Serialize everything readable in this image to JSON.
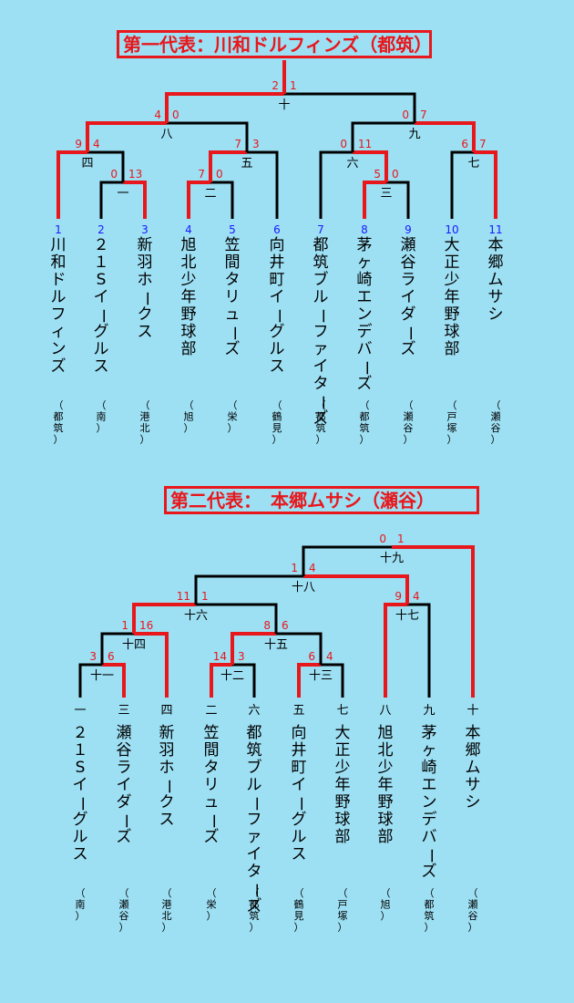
{
  "colors": {
    "background": "#9ddff3",
    "winner": "#e8171c",
    "line": "#000000",
    "seed": "#1a1aff"
  },
  "bracket1": {
    "title": "第一代表：川和ドルフィンズ（都筑）",
    "teams": [
      {
        "seed": "1",
        "name": "川和ドルフィンズ",
        "area": "（都筑）"
      },
      {
        "seed": "2",
        "name": "２１Sイーグルス",
        "area": "（南）"
      },
      {
        "seed": "3",
        "name": "新羽ホークス",
        "area": "（港北）"
      },
      {
        "seed": "4",
        "name": "旭北少年野球部",
        "area": "（旭）"
      },
      {
        "seed": "5",
        "name": "笠間タリューズ",
        "area": "（栄）"
      },
      {
        "seed": "6",
        "name": "向井町イーグルス",
        "area": "（鶴見）"
      },
      {
        "seed": "7",
        "name": "都筑ブルーファイターズ",
        "area": "（都筑）"
      },
      {
        "seed": "8",
        "name": "茅ヶ崎エンデバーズ",
        "area": "（都筑）"
      },
      {
        "seed": "9",
        "name": "瀬谷ライダーズ",
        "area": "（瀬谷）"
      },
      {
        "seed": "10",
        "name": "大正少年野球部",
        "area": "（戸塚）"
      },
      {
        "seed": "11",
        "name": "本郷ムサシ",
        "area": "（瀬谷）"
      }
    ],
    "matches": [
      {
        "game": "一",
        "left_score": "0",
        "right_score": "13"
      },
      {
        "game": "二",
        "left_score": "7",
        "right_score": "0"
      },
      {
        "game": "三",
        "left_score": "5",
        "right_score": "0"
      },
      {
        "game": "四",
        "left_score": "9",
        "right_score": "4"
      },
      {
        "game": "五",
        "left_score": "7",
        "right_score": "3"
      },
      {
        "game": "六",
        "left_score": "0",
        "right_score": "11"
      },
      {
        "game": "七",
        "left_score": "6",
        "right_score": "7"
      },
      {
        "game": "八",
        "left_score": "4",
        "right_score": "0"
      },
      {
        "game": "九",
        "left_score": "0",
        "right_score": "7"
      },
      {
        "game": "十",
        "left_score": "2",
        "right_score": "1"
      }
    ]
  },
  "bracket2": {
    "title": "第二代表：　本郷ムサシ（瀬谷）",
    "teams": [
      {
        "game": "一",
        "name": "２１Sイーグルス",
        "area": "（南）"
      },
      {
        "game": "三",
        "name": "瀬谷ライダーズ",
        "area": "（瀬谷）"
      },
      {
        "game": "四",
        "name": "新羽ホークス",
        "area": "（港北）"
      },
      {
        "game": "二",
        "name": "笠間タリューズ",
        "area": "（栄）"
      },
      {
        "game": "六",
        "name": "都筑ブルーファイターズ",
        "area": "（都筑）"
      },
      {
        "game": "五",
        "name": "向井町イーグルス",
        "area": "（鶴見）"
      },
      {
        "game": "七",
        "name": "大正少年野球部",
        "area": "（戸塚）"
      },
      {
        "game": "八",
        "name": "旭北少年野球部",
        "area": "（旭）"
      },
      {
        "game": "九",
        "name": "茅ヶ崎エンデバーズ",
        "area": "（都筑）"
      },
      {
        "game": "十",
        "name": "本郷ムサシ",
        "area": "（瀬谷）"
      }
    ],
    "matches": [
      {
        "game": "十一",
        "left_score": "3",
        "right_score": "6"
      },
      {
        "game": "十二",
        "left_score": "14",
        "right_score": "3"
      },
      {
        "game": "十三",
        "left_score": "6",
        "right_score": "4"
      },
      {
        "game": "十四",
        "left_score": "1",
        "right_score": "16"
      },
      {
        "game": "十五",
        "left_score": "8",
        "right_score": "6"
      },
      {
        "game": "十六",
        "left_score": "11",
        "right_score": "1"
      },
      {
        "game": "十七",
        "left_score": "9",
        "right_score": "4"
      },
      {
        "game": "十八",
        "left_score": "1",
        "right_score": "4"
      },
      {
        "game": "十九",
        "left_score": "0",
        "right_score": "1"
      }
    ]
  }
}
